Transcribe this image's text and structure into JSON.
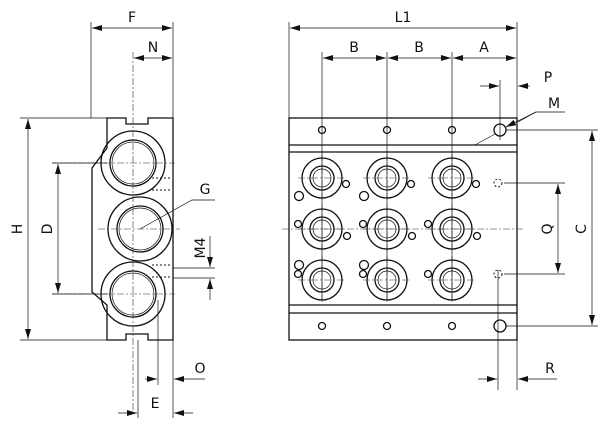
{
  "labels": {
    "F": "F",
    "N": "N",
    "H": "H",
    "D": "D",
    "G": "G",
    "M4": "M4",
    "O": "O",
    "E": "E",
    "L1": "L1",
    "B1": "B",
    "B2": "B",
    "A": "A",
    "P": "P",
    "M": "M",
    "Q": "Q",
    "C": "C",
    "R": "R"
  }
}
